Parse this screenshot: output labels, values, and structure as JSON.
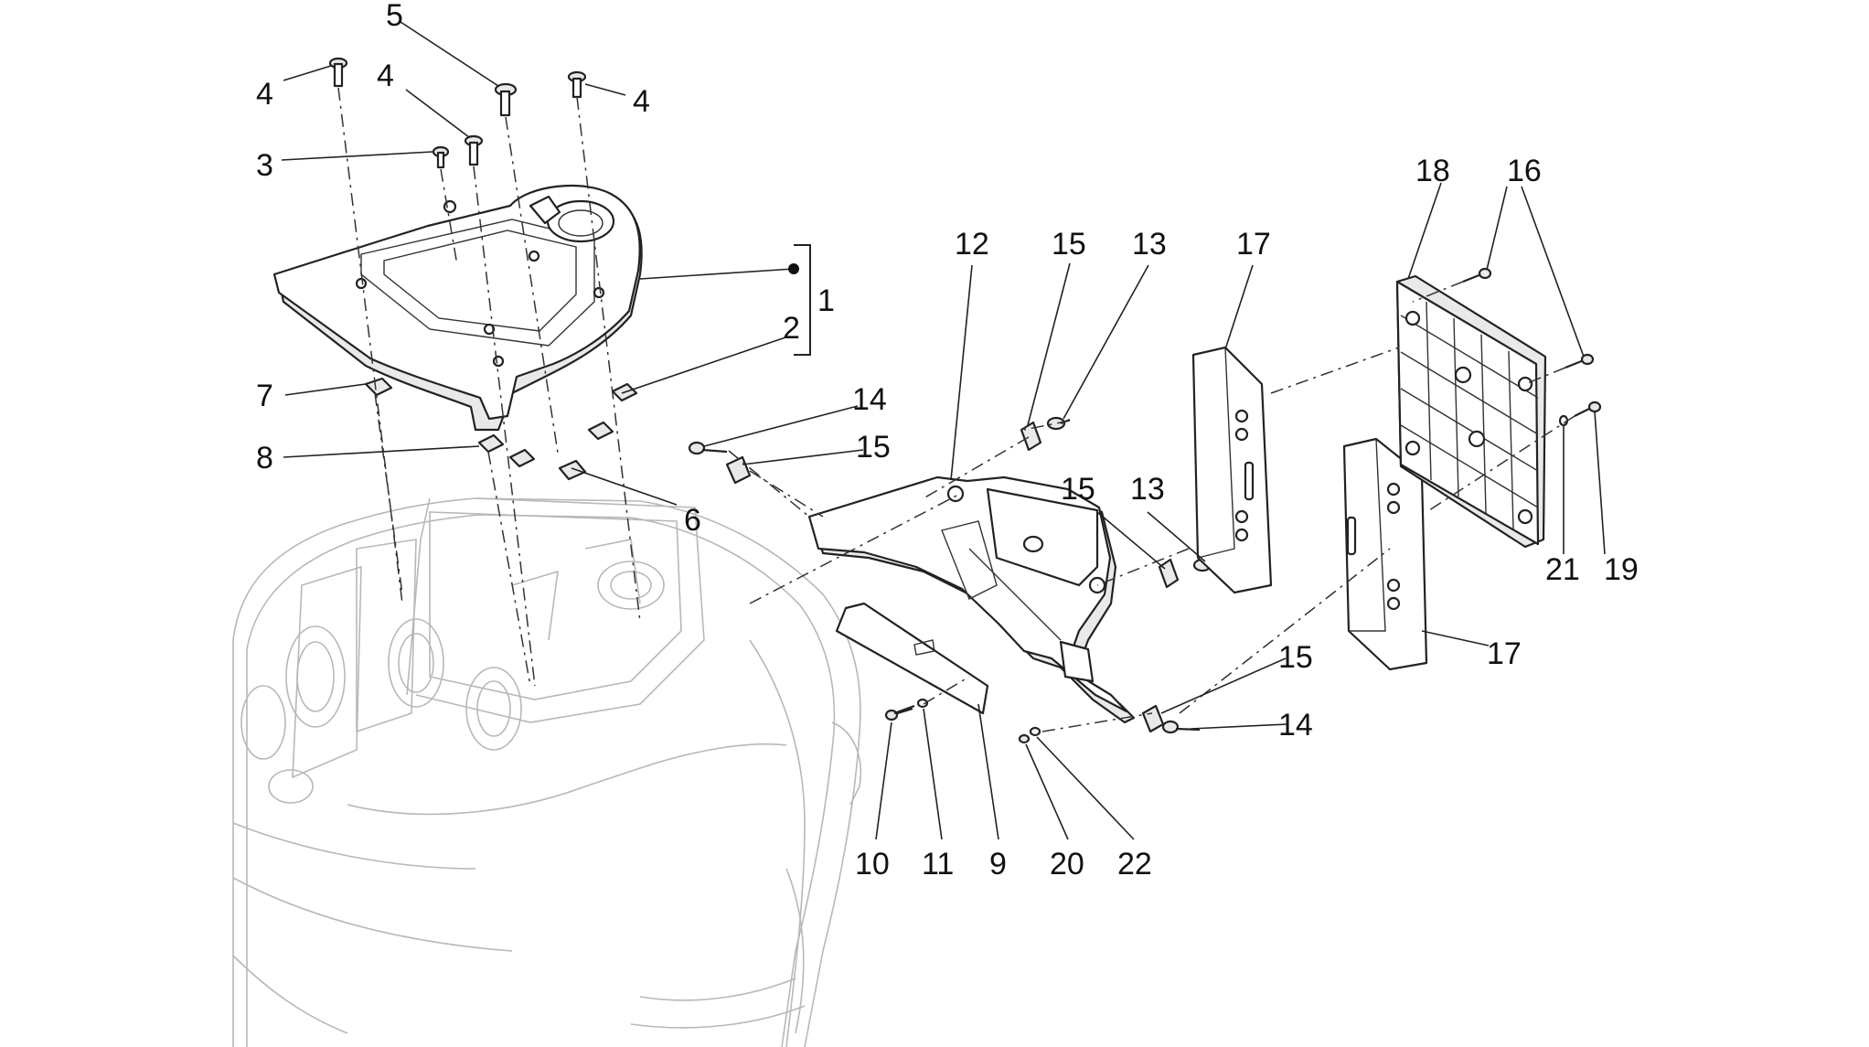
{
  "callouts": {
    "c1": "1",
    "c2": "2",
    "c3": "3",
    "c4a": "4",
    "c4b": "4",
    "c4c": "4",
    "c5": "5",
    "c6": "6",
    "c7": "7",
    "c8": "8",
    "c9": "9",
    "c10": "10",
    "c11": "11",
    "c12": "12",
    "c13a": "13",
    "c13b": "13",
    "c14a": "14",
    "c14b": "14",
    "c15a": "15",
    "c15b": "15",
    "c15c": "15",
    "c15d": "15",
    "c16": "16",
    "c17a": "17",
    "c17b": "17",
    "c18": "18",
    "c19": "19",
    "c20": "20",
    "c21": "21",
    "c22": "22"
  }
}
